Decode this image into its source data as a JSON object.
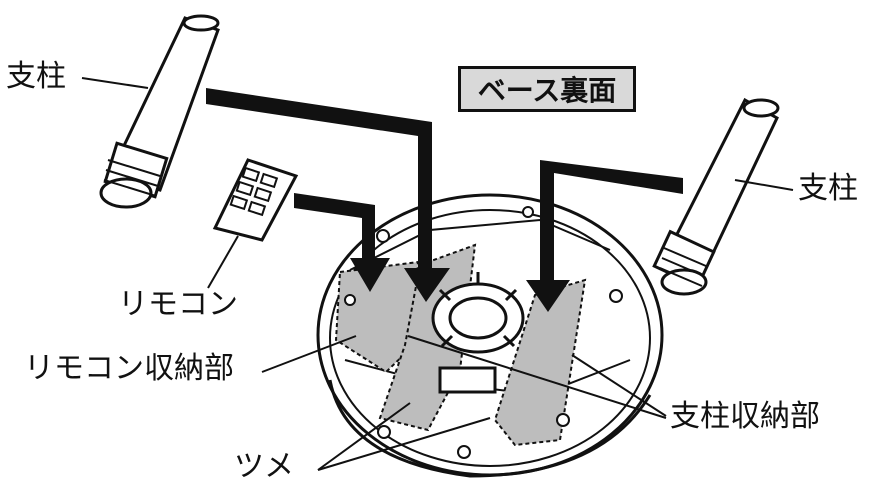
{
  "title": "ベース裏面",
  "labels": {
    "pole_left": "支柱",
    "pole_right": "支柱",
    "remote": "リモコン",
    "remote_storage": "リモコン収納部",
    "pole_storage": "支柱収納部",
    "claw": "ツメ"
  },
  "colors": {
    "line": "#111111",
    "shade": "#bdbdbd",
    "title_bg": "#d9d9d9"
  }
}
